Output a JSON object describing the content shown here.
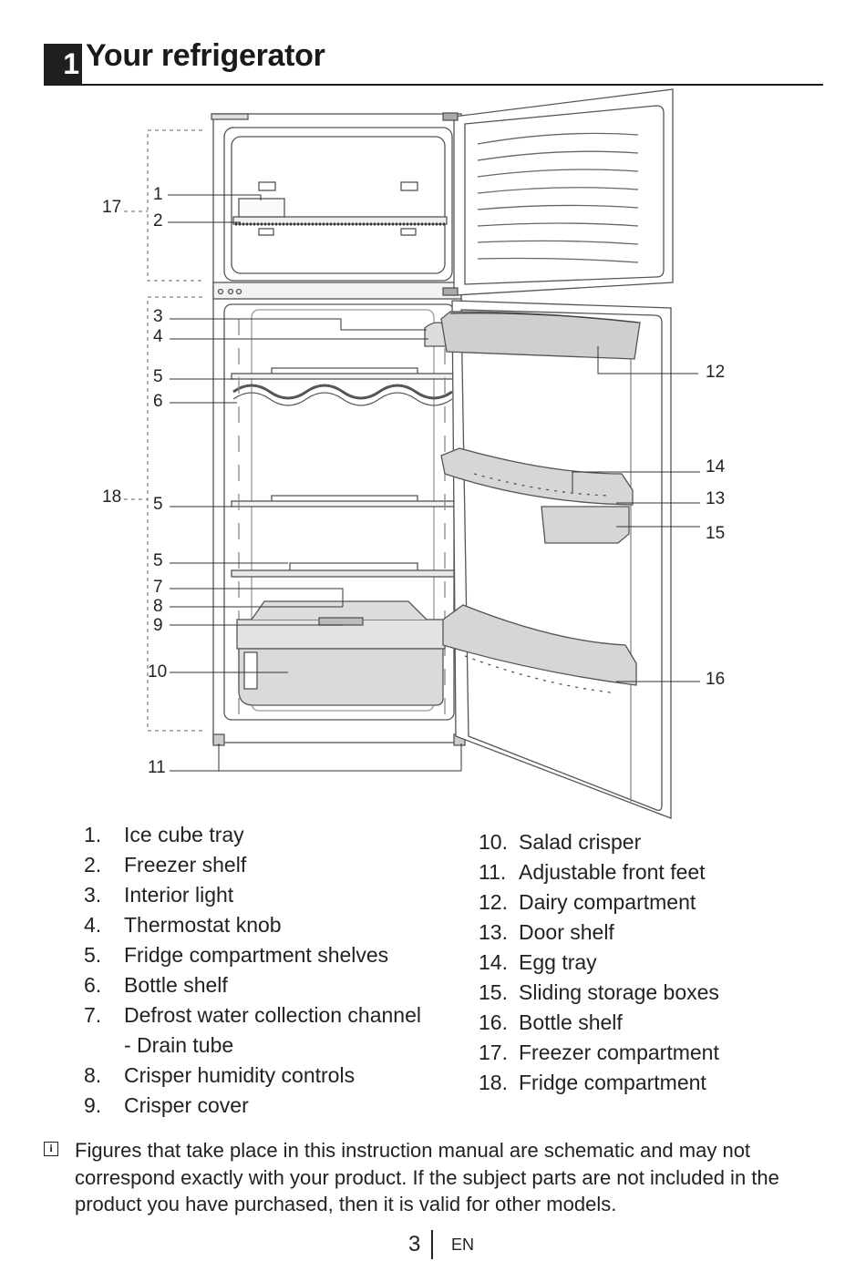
{
  "header": {
    "chapter_number": "1",
    "title": "Your refrigerator"
  },
  "callouts": {
    "c1": "1",
    "c2": "2",
    "c3": "3",
    "c4": "4",
    "c5a": "5",
    "c6": "6",
    "c5b": "5",
    "c5c": "5",
    "c7": "7",
    "c8": "8",
    "c9": "9",
    "c10": "10",
    "c11": "11",
    "c12": "12",
    "c13": "13",
    "c14": "14",
    "c15": "15",
    "c16": "16",
    "c17": "17",
    "c18": "18"
  },
  "legend_left": [
    {
      "num": "1.",
      "text": "Ice cube tray"
    },
    {
      "num": "2.",
      "text": "Freezer shelf"
    },
    {
      "num": "3.",
      "text": "Interior light"
    },
    {
      "num": "4.",
      "text": "Thermostat knob"
    },
    {
      "num": "5.",
      "text": "Fridge compartment shelves"
    },
    {
      "num": "6.",
      "text": "Bottle shelf"
    },
    {
      "num": "7.",
      "text": "Defrost water collection channel",
      "text2": "- Drain tube"
    },
    {
      "num": "8.",
      "text": "Crisper humidity controls"
    },
    {
      "num": "9.",
      "text": "Crisper cover"
    }
  ],
  "legend_right": [
    {
      "num": "10.",
      "text": "Salad crisper"
    },
    {
      "num": "11.",
      "text": "Adjustable front feet"
    },
    {
      "num": "12.",
      "text": "Dairy compartment"
    },
    {
      "num": "13.",
      "text": "Door shelf"
    },
    {
      "num": "14.",
      "text": "Egg tray"
    },
    {
      "num": "15.",
      "text": "Sliding storage boxes"
    },
    {
      "num": "16.",
      "text": "Bottle shelf"
    },
    {
      "num": "17.",
      "text": "Freezer compartment"
    },
    {
      "num": "18.",
      "text": "Fridge compartment"
    }
  ],
  "note": {
    "icon": "info-icon",
    "text": "Figures that take place in this instruction manual are schematic and may not correspond exactly with your product. If the subject parts are not included in the product you have purchased, then it is valid for other models."
  },
  "footer": {
    "page_number": "3",
    "language": "EN"
  }
}
